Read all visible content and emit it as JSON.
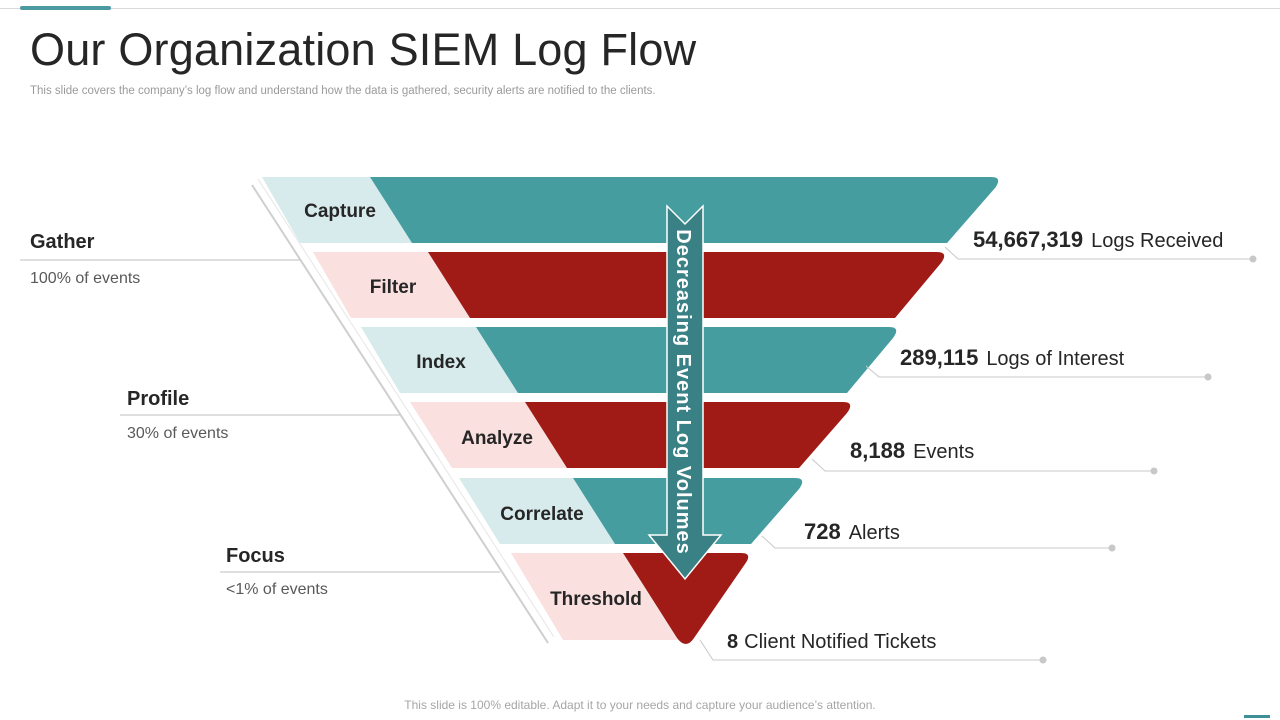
{
  "title": "Our Organization SIEM Log Flow",
  "subtitle": "This slide covers the company’s log flow and understand how the data is gathered, security alerts are notified to the clients.",
  "footer": "This slide is 100% editable. Adapt it to your needs and capture your audience’s attention.",
  "colors": {
    "teal": "#459da0",
    "red": "#a01a16",
    "teal_light": "#d7ebec",
    "red_light": "#fbe0e0",
    "arrow": "#3a8185"
  },
  "arrow_label": "Decreasing Event Log Volumes",
  "phases": [
    {
      "title": "Gather",
      "subtitle": "100% of events"
    },
    {
      "title": "Profile",
      "subtitle": "30% of events"
    },
    {
      "title": "Focus",
      "subtitle": "<1% of events"
    }
  ],
  "stages": [
    {
      "label": "Capture",
      "tone": "teal"
    },
    {
      "label": "Filter",
      "tone": "red"
    },
    {
      "label": "Index",
      "tone": "teal"
    },
    {
      "label": "Analyze",
      "tone": "red"
    },
    {
      "label": "Correlate",
      "tone": "teal"
    },
    {
      "label": "Threshold",
      "tone": "red"
    }
  ],
  "metrics": [
    {
      "value": "54,667,319",
      "text": "Logs Received"
    },
    {
      "value": "289,115",
      "text": "Logs of Interest"
    },
    {
      "value": "8,188",
      "text": "Events"
    },
    {
      "value": "728",
      "text": "Alerts"
    },
    {
      "value": "8",
      "text": "Client Notified Tickets"
    }
  ]
}
